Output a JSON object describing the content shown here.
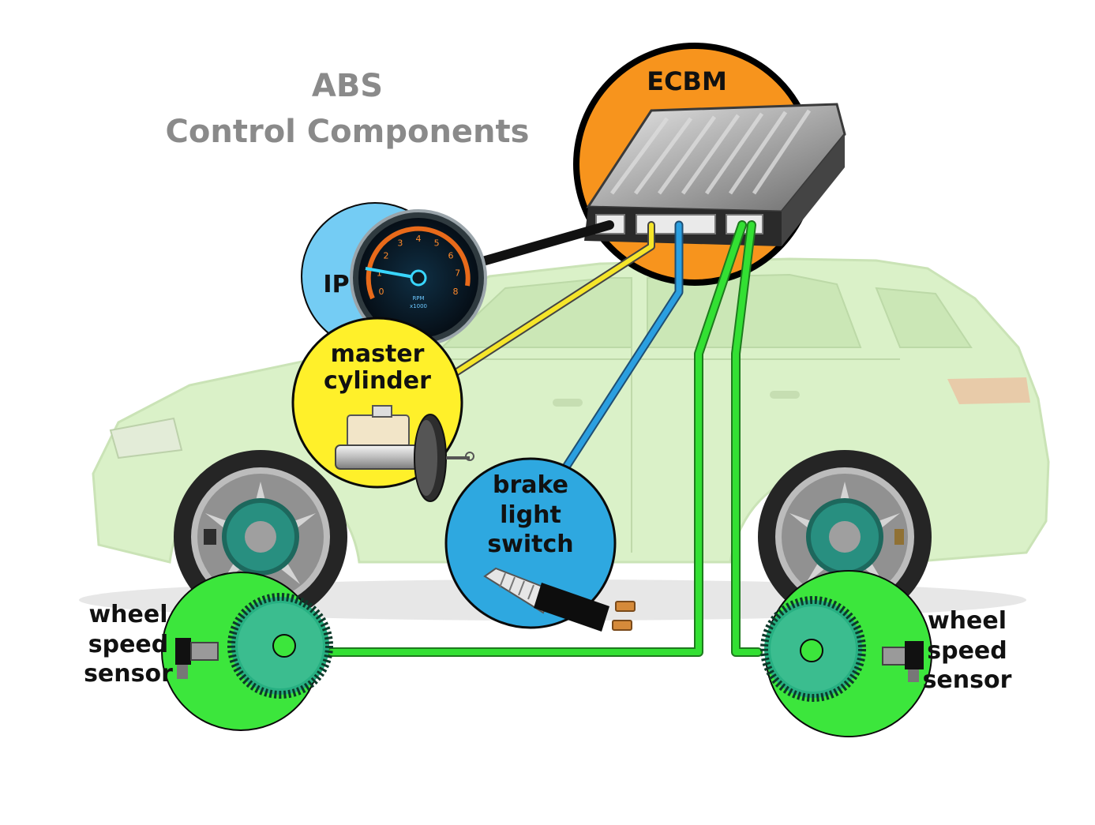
{
  "title": {
    "line1": "ABS",
    "line2": "Control Components"
  },
  "components": {
    "ecbm": "ECBM",
    "ip": "IP",
    "master_cylinder": {
      "line1": "master",
      "line2": "cylinder"
    },
    "brake_light_switch": {
      "line1": "brake",
      "line2": "light",
      "line3": "switch"
    },
    "wheel_speed_sensor_left": {
      "line1": "wheel",
      "line2": "speed",
      "line3": "sensor"
    },
    "wheel_speed_sensor_right": {
      "line1": "wheel",
      "line2": "speed",
      "line3": "sensor"
    }
  },
  "gauge": {
    "ticks": [
      "0",
      "1",
      "2",
      "3",
      "4",
      "5",
      "6",
      "7",
      "8"
    ],
    "unit_line1": "RPM",
    "unit_line2": "x1000"
  },
  "colors": {
    "ecbm_circle": "#f7941d",
    "ip_circle": "#74ccf4",
    "master_cylinder_circle": "#fff02a",
    "brake_switch_circle": "#2ea8e0",
    "wheel_circle": "#3ce63c",
    "wire_ip": "#111111",
    "wire_master_cylinder": "#f5e52a",
    "wire_brake_switch": "#2b9fe0",
    "wire_wheel_sensor": "#33e033",
    "title_text": "#8a8a8a",
    "car_body": "#d9f1c6"
  }
}
